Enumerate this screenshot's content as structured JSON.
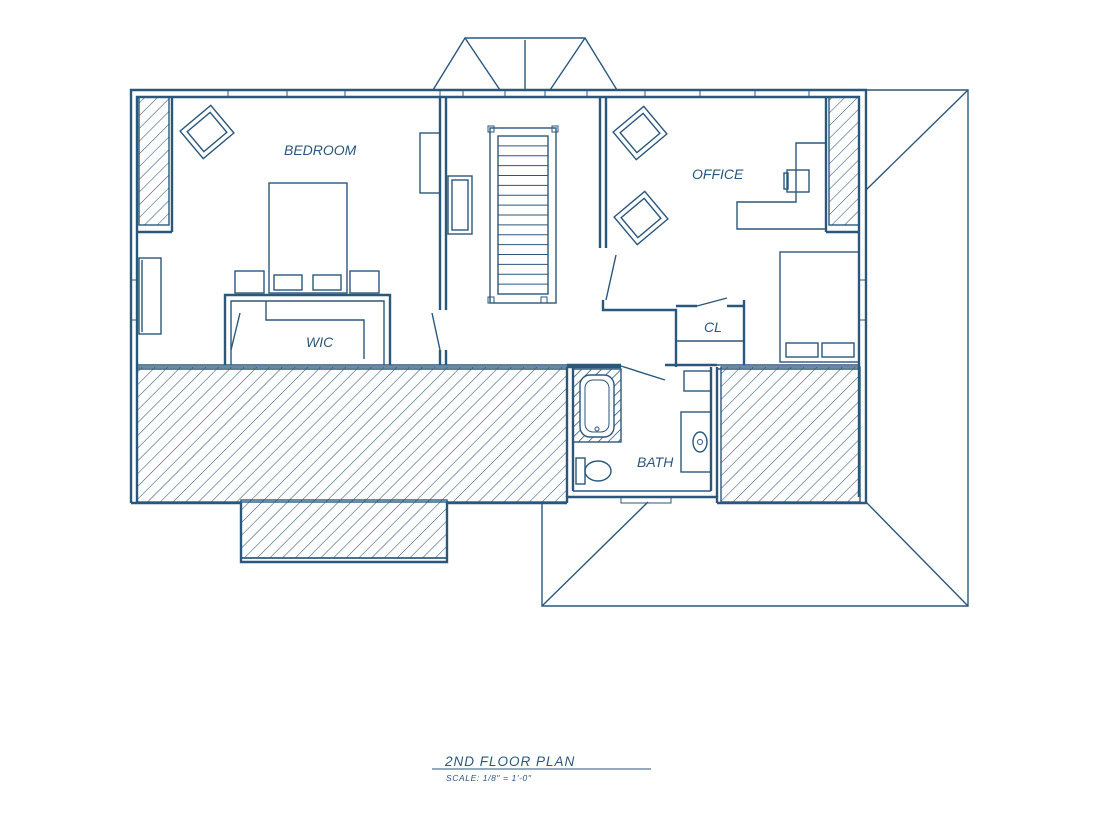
{
  "rooms": {
    "bedroom": "BEDROOM",
    "office": "OFFICE",
    "wic": "WIC",
    "closet": "CL",
    "bath": "BATH"
  },
  "title_block": {
    "title": "2ND  FLOOR  PLAN",
    "scale": "SCALE:  1/8\"  =  1'-0\""
  },
  "colors": {
    "linework": "#2b577a",
    "paper": "#ffffff"
  }
}
